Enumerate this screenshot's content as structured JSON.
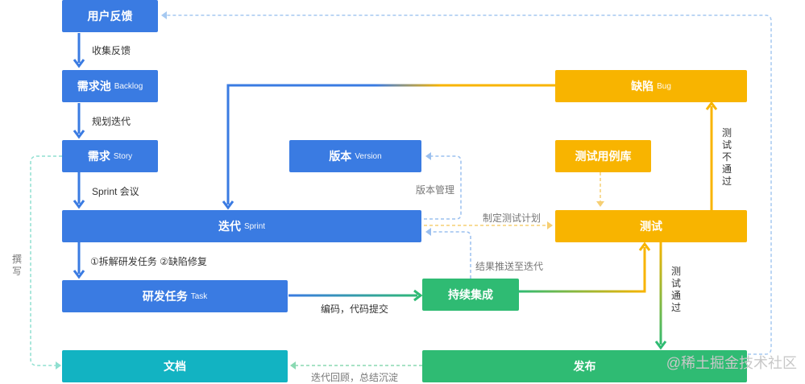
{
  "nodes": {
    "feedback": {
      "title": "用户反馈",
      "sub": ""
    },
    "backlog": {
      "title": "需求池",
      "sub": "Backlog"
    },
    "story": {
      "title": "需求",
      "sub": "Story"
    },
    "version": {
      "title": "版本",
      "sub": "Version"
    },
    "sprint": {
      "title": "迭代",
      "sub": "Sprint"
    },
    "task": {
      "title": "研发任务",
      "sub": "Task"
    },
    "ci": {
      "title": "持续集成",
      "sub": ""
    },
    "bug": {
      "title": "缺陷",
      "sub": "Bug"
    },
    "testcase": {
      "title": "测试用例库",
      "sub": ""
    },
    "test": {
      "title": "测试",
      "sub": ""
    },
    "docs": {
      "title": "文档",
      "sub": ""
    },
    "release": {
      "title": "发布",
      "sub": ""
    }
  },
  "labels": {
    "collect": "收集反馈",
    "plan": "规划迭代",
    "sprint_meeting": "Sprint 会议",
    "split": "①拆解研发任务 ②缺陷修复",
    "code": "编码，代码提交",
    "version_mgmt": "版本管理",
    "test_plan": "制定测试计划",
    "push_result": "结果推送至迭代",
    "review": "迭代回顾，总结沉淀",
    "write": "撰写",
    "fail": "测试不通过",
    "pass": "测试通过"
  },
  "watermark": "@稀土掘金技术社区",
  "colors": {
    "blue": "#3a7be2",
    "orange": "#f8b400",
    "green": "#2fbb73",
    "teal": "#12b3c2"
  }
}
